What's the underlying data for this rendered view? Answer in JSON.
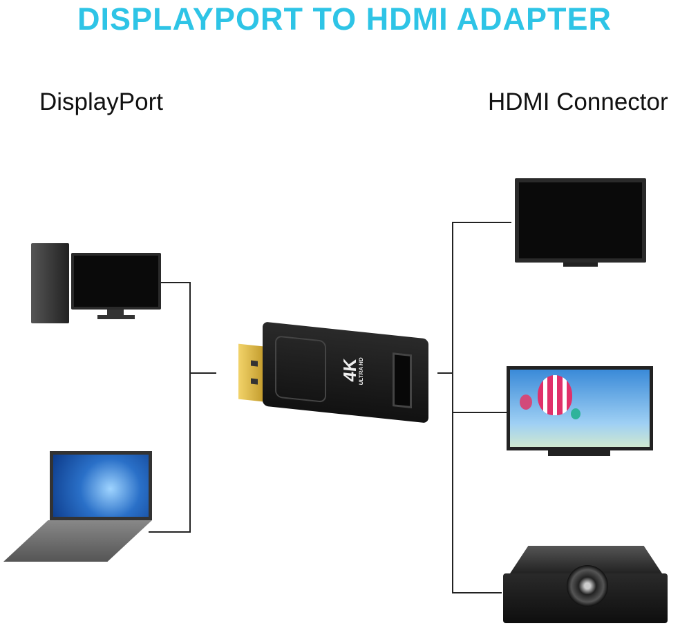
{
  "title": "DISPLAYPORT TO HDMI ADAPTER",
  "left_label": "DisplayPort",
  "right_label": "HDMI Connector",
  "adapter": {
    "badge": "4K",
    "sub": "ULTRA HD"
  },
  "colors": {
    "title": "#2ec4e6",
    "lines": "#222222",
    "adapter_body": "#1a1a1a",
    "connector_gold": "#d9b53a"
  },
  "sources": [
    "desktop-pc-icon",
    "laptop-icon"
  ],
  "displays": [
    "tv-icon",
    "monitor-icon",
    "projector-icon"
  ]
}
